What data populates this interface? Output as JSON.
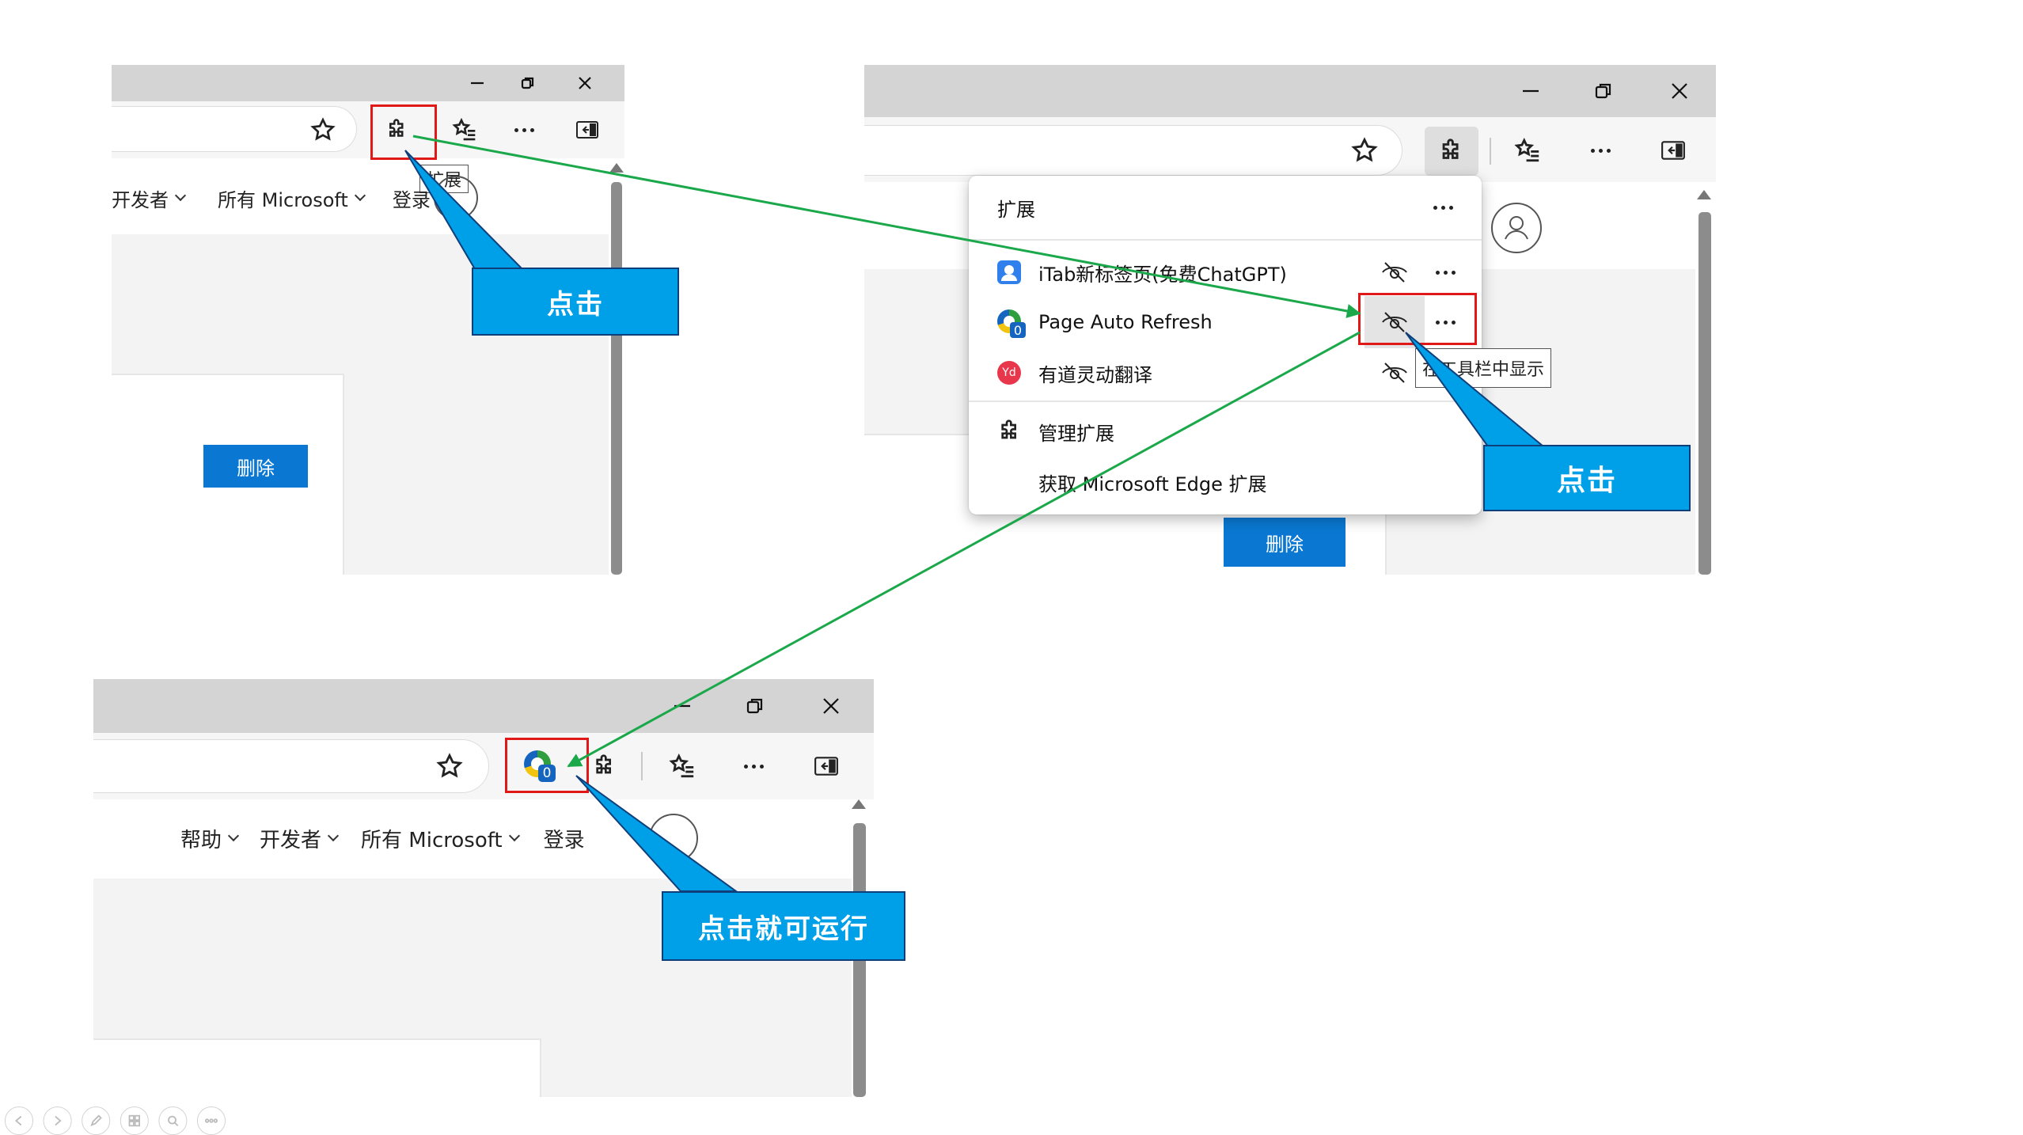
{
  "win1": {
    "nav": [
      {
        "label": "开发者"
      },
      {
        "label": "所有 Microsoft"
      },
      {
        "label": "登录"
      }
    ],
    "tooltip": "扩展",
    "delete_label": "删除",
    "callout": "点击"
  },
  "win2": {
    "menu_title": "扩展",
    "extensions": [
      {
        "name": "iTab新标签页(免费ChatGPT)",
        "icon": "itab-icon"
      },
      {
        "name": "Page Auto Refresh",
        "icon": "page-auto-refresh-icon",
        "badge": "0"
      },
      {
        "name": "有道灵动翻译",
        "icon": "youdao-icon",
        "badge_text": "Yd"
      }
    ],
    "manage": "管理扩展",
    "get_more": "获取 Microsoft Edge 扩展",
    "tooltip": "在工具栏中显示",
    "delete_label": "删除",
    "callout": "点击"
  },
  "win3": {
    "nav": [
      {
        "label": "帮助"
      },
      {
        "label": "开发者"
      },
      {
        "label": "所有 Microsoft"
      },
      {
        "label": "登录"
      }
    ],
    "badge": "0",
    "callout": "点击就可运行"
  },
  "colors": {
    "callout": "#00a0e8",
    "arrow": "#1aa84a",
    "highlight": "#e01818",
    "button": "#0a78d2"
  }
}
